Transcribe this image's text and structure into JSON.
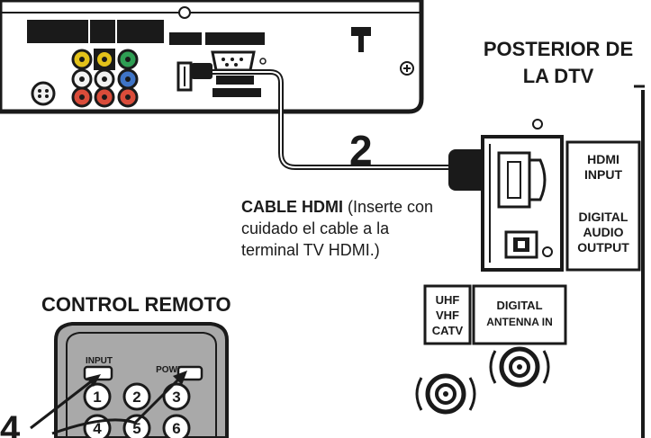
{
  "captions": {
    "dtv_back_line1": "POSTERIOR DE",
    "dtv_back_line2": "LA DTV",
    "step_two": "2",
    "step_four": "4",
    "cable_bold": "CABLE HDMI",
    "cable_text": " (Inserte con cuidado el cable a la terminal TV HDMI.)",
    "remote": "CONTROL REMOTO"
  },
  "tv_panel": {
    "hdmi_input_line1": "HDMI",
    "hdmi_input_line2": "INPUT",
    "digital_audio_line1": "DIGITAL",
    "digital_audio_line2": "AUDIO",
    "digital_audio_line3": "OUTPUT",
    "uhf": "UHF",
    "vhf": "VHF",
    "catv": "CATV",
    "antenna_line1": "DIGITAL",
    "antenna_line2": "ANTENNA IN"
  },
  "remote": {
    "input_label": "INPUT",
    "power_label": "POWER",
    "keys": [
      "1",
      "2",
      "3",
      "4",
      "5",
      "6"
    ]
  },
  "colors": {
    "jack_yellow": "#e3c21a",
    "jack_green": "#2f9e53",
    "jack_blue": "#3f74c6",
    "jack_red": "#d94c3a",
    "jack_white": "#f2f2f2",
    "remote_body": "#a9a9a9"
  }
}
